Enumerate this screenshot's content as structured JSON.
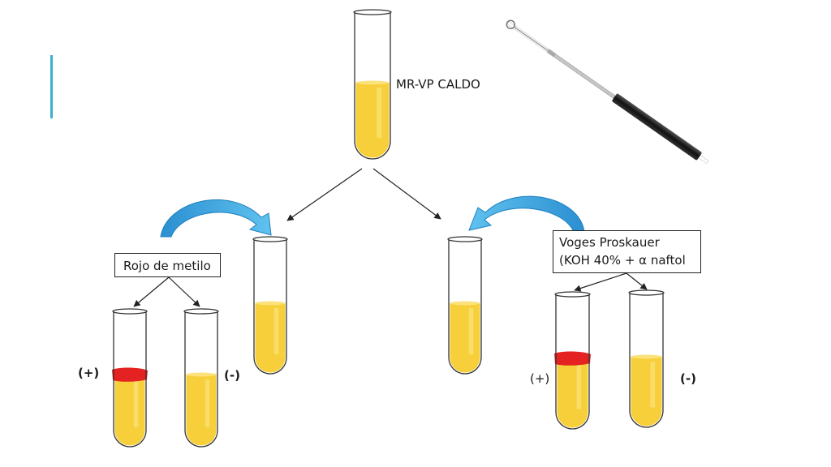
{
  "labels": {
    "broth": "MR-VP CALDO",
    "methyl_red": "Rojo de metilo",
    "vp_line1": "Voges Proskauer",
    "vp_line2": "(KOH 40% + α naftol",
    "mr_positive": "(+)",
    "mr_negative": "(-)",
    "vp_positive": "(+)",
    "vp_negative": "(-)"
  },
  "colors": {
    "accent": "#3ab1c8",
    "broth": "#f6cf3a",
    "broth_light": "#fbe27a",
    "red_ring": "#e52222",
    "arrow_blue": "#2b8fd1",
    "arrow_blue_light": "#5fc2ee",
    "tube_outline": "#333333",
    "loop_handle": "#1c1c1c"
  },
  "icons": {
    "inoculation_loop": "inoculation-loop-icon",
    "curved_arrow": "curved-arrow-icon"
  }
}
